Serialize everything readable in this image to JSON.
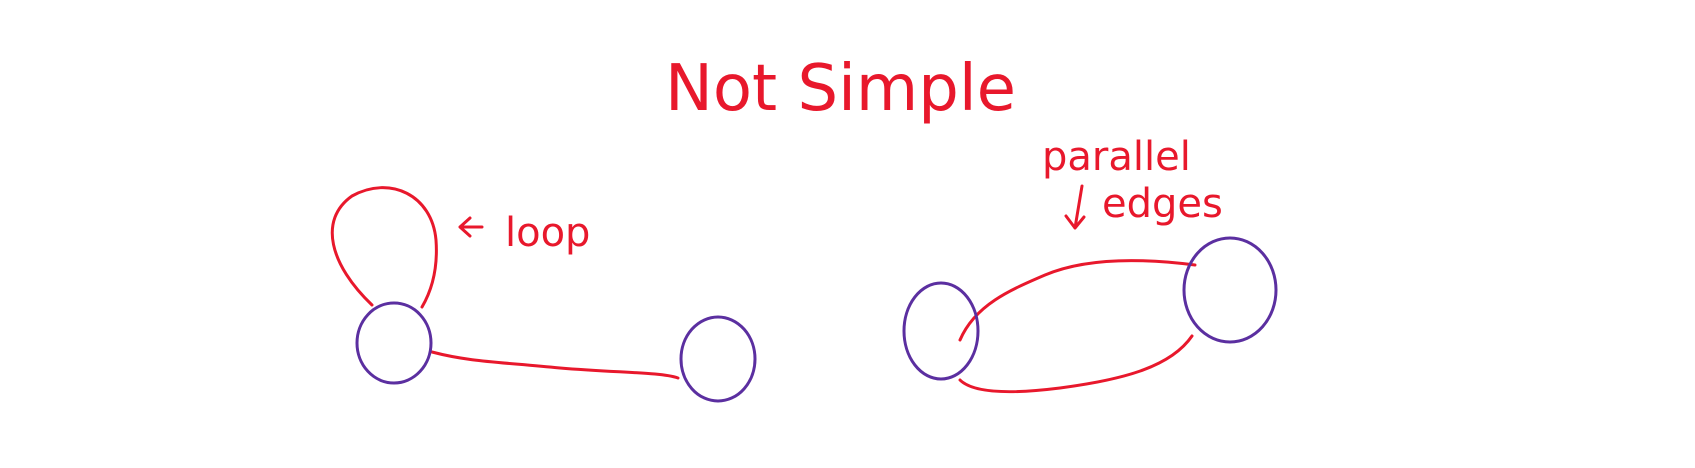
{
  "title": "Not Simple",
  "left_graph": {
    "annotation": "loop",
    "arrow_glyph": "←"
  },
  "right_graph": {
    "annotation_line1": "parallel",
    "annotation_line2": "edges",
    "arrow_glyph": "↓"
  },
  "colors": {
    "edge": "#e8182c",
    "node": "#5b2fa0",
    "text": "#e8182c",
    "background": "#ffffff"
  },
  "icons": {
    "loop_pointer": "left-arrow-icon",
    "parallel_pointer": "down-arrow-icon"
  }
}
